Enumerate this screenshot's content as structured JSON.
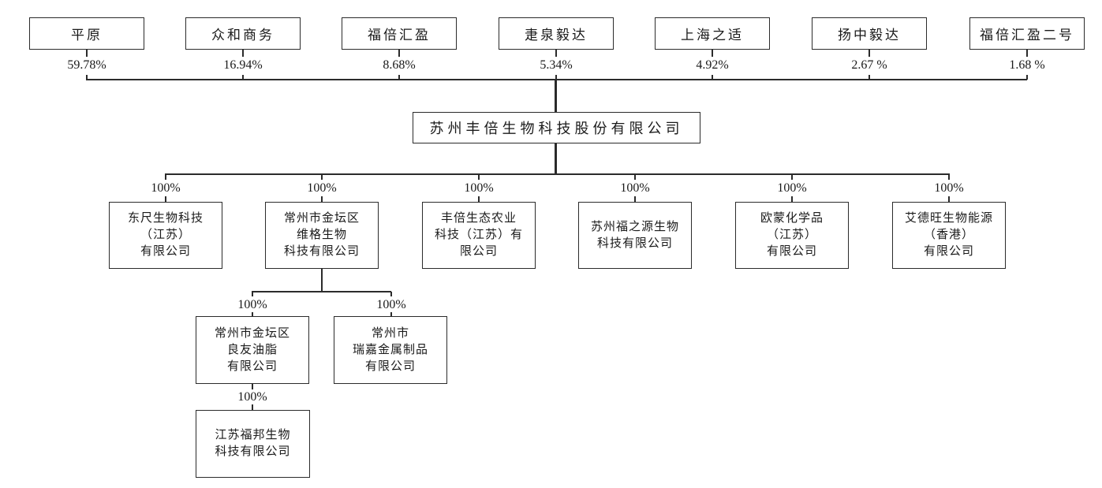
{
  "org": {
    "shareholders": [
      {
        "name": "平原",
        "pct": "59.78%"
      },
      {
        "name": "众和商务",
        "pct": "16.94%"
      },
      {
        "name": "福倍汇盈",
        "pct": "8.68%"
      },
      {
        "name": "疌泉毅达",
        "pct": "5.34%"
      },
      {
        "name": "上海之适",
        "pct": "4.92%"
      },
      {
        "name": "扬中毅达",
        "pct": "2.67 %"
      },
      {
        "name": "福倍汇盈二号",
        "pct": "1.68 %"
      }
    ],
    "parent": {
      "name": "苏州丰倍生物科技股份有限公司"
    },
    "subsidiaries": [
      {
        "name": "东尺生物科技\n（江苏）\n有限公司",
        "pct": "100%"
      },
      {
        "name": "常州市金坛区\n维格生物\n科技有限公司",
        "pct": "100%"
      },
      {
        "name": "丰倍生态农业\n科技（江苏）有\n限公司",
        "pct": "100%"
      },
      {
        "name": "苏州福之源生物\n科技有限公司",
        "pct": "100%"
      },
      {
        "name": "欧蒙化学品\n（江苏）\n有限公司",
        "pct": "100%"
      },
      {
        "name": "艾德旺生物能源\n（香港）\n有限公司",
        "pct": "100%"
      }
    ],
    "grandchildren": [
      {
        "name": "常州市金坛区\n良友油脂\n有限公司",
        "pct": "100%"
      },
      {
        "name": "常州市\n瑞嘉金属制品\n有限公司",
        "pct": "100%"
      }
    ],
    "great_grandchild": {
      "name": "江苏福邦生物\n科技有限公司",
      "pct": "100%"
    },
    "colors": {
      "line": "#2b2b2b",
      "text": "#1a1a1a",
      "background": "#ffffff"
    }
  }
}
